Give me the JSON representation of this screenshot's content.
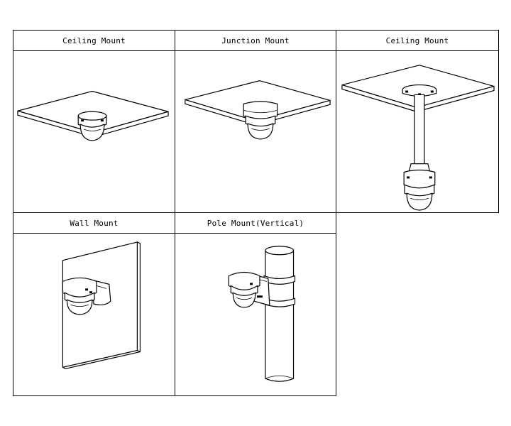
{
  "panels": [
    {
      "title": "Ceiling Mount",
      "icon": "ceiling-mount-camera-icon"
    },
    {
      "title": "Junction Mount",
      "icon": "junction-mount-camera-icon"
    },
    {
      "title": "Ceiling Mount",
      "icon": "pendant-ceiling-mount-camera-icon"
    },
    {
      "title": "Wall Mount",
      "icon": "wall-mount-camera-icon"
    },
    {
      "title": "Pole Mount(Vertical)",
      "icon": "pole-mount-camera-icon"
    }
  ]
}
